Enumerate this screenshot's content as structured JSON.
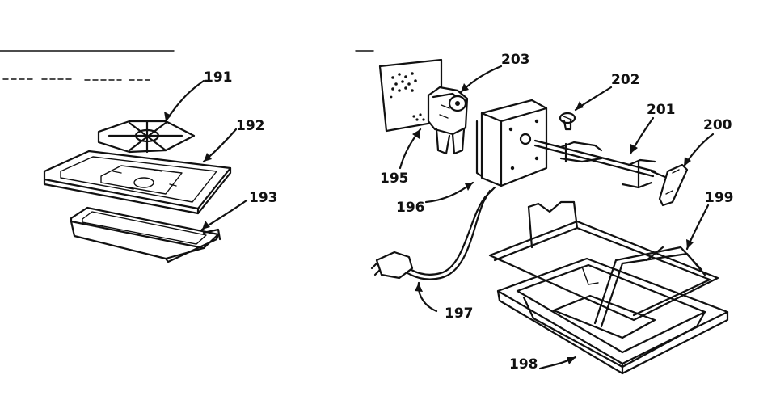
{
  "labels": {
    "l191": "191",
    "l192": "192",
    "l193": "193",
    "l195": "195",
    "l196": "196",
    "l197": "197",
    "l198": "198",
    "l199": "199",
    "l200": "200",
    "l201": "201",
    "l202": "202",
    "l203": "203"
  },
  "colors": {
    "ink": "#111111",
    "paper": "#ffffff"
  }
}
